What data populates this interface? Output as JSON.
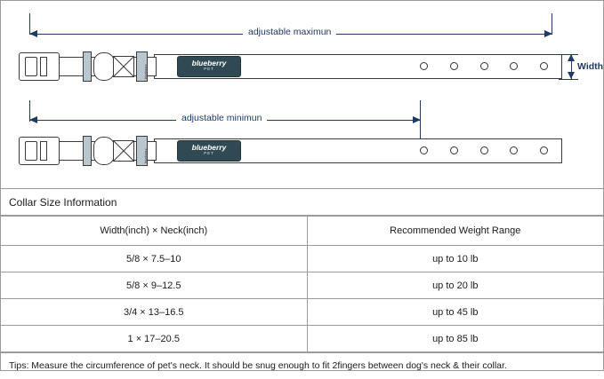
{
  "diagram": {
    "labels": {
      "adjustable_maximum": "adjustable maximun",
      "adjustable_minimum": "adjustable minimun",
      "width": "Width"
    },
    "tag": {
      "brand": "blueberry",
      "sub": "PET"
    },
    "keeper_text": "blueberry"
  },
  "table": {
    "title": "Collar Size Information",
    "headers": [
      "Width(inch) ×  Neck(inch)",
      "Recommended Weight Range"
    ],
    "rows": [
      [
        "5/8 × 7.5–10",
        "up to 10 lb"
      ],
      [
        "5/8 × 9–12.5",
        "up to 20 lb"
      ],
      [
        "3/4 × 13–16.5",
        "up to 45 lb"
      ],
      [
        "1 × 17–20.5",
        "up to 85 lb"
      ]
    ],
    "tips": "Tips: Measure the circumference of pet's neck. It should be snug enough to fit 2fingers between dog's neck & their collar."
  }
}
